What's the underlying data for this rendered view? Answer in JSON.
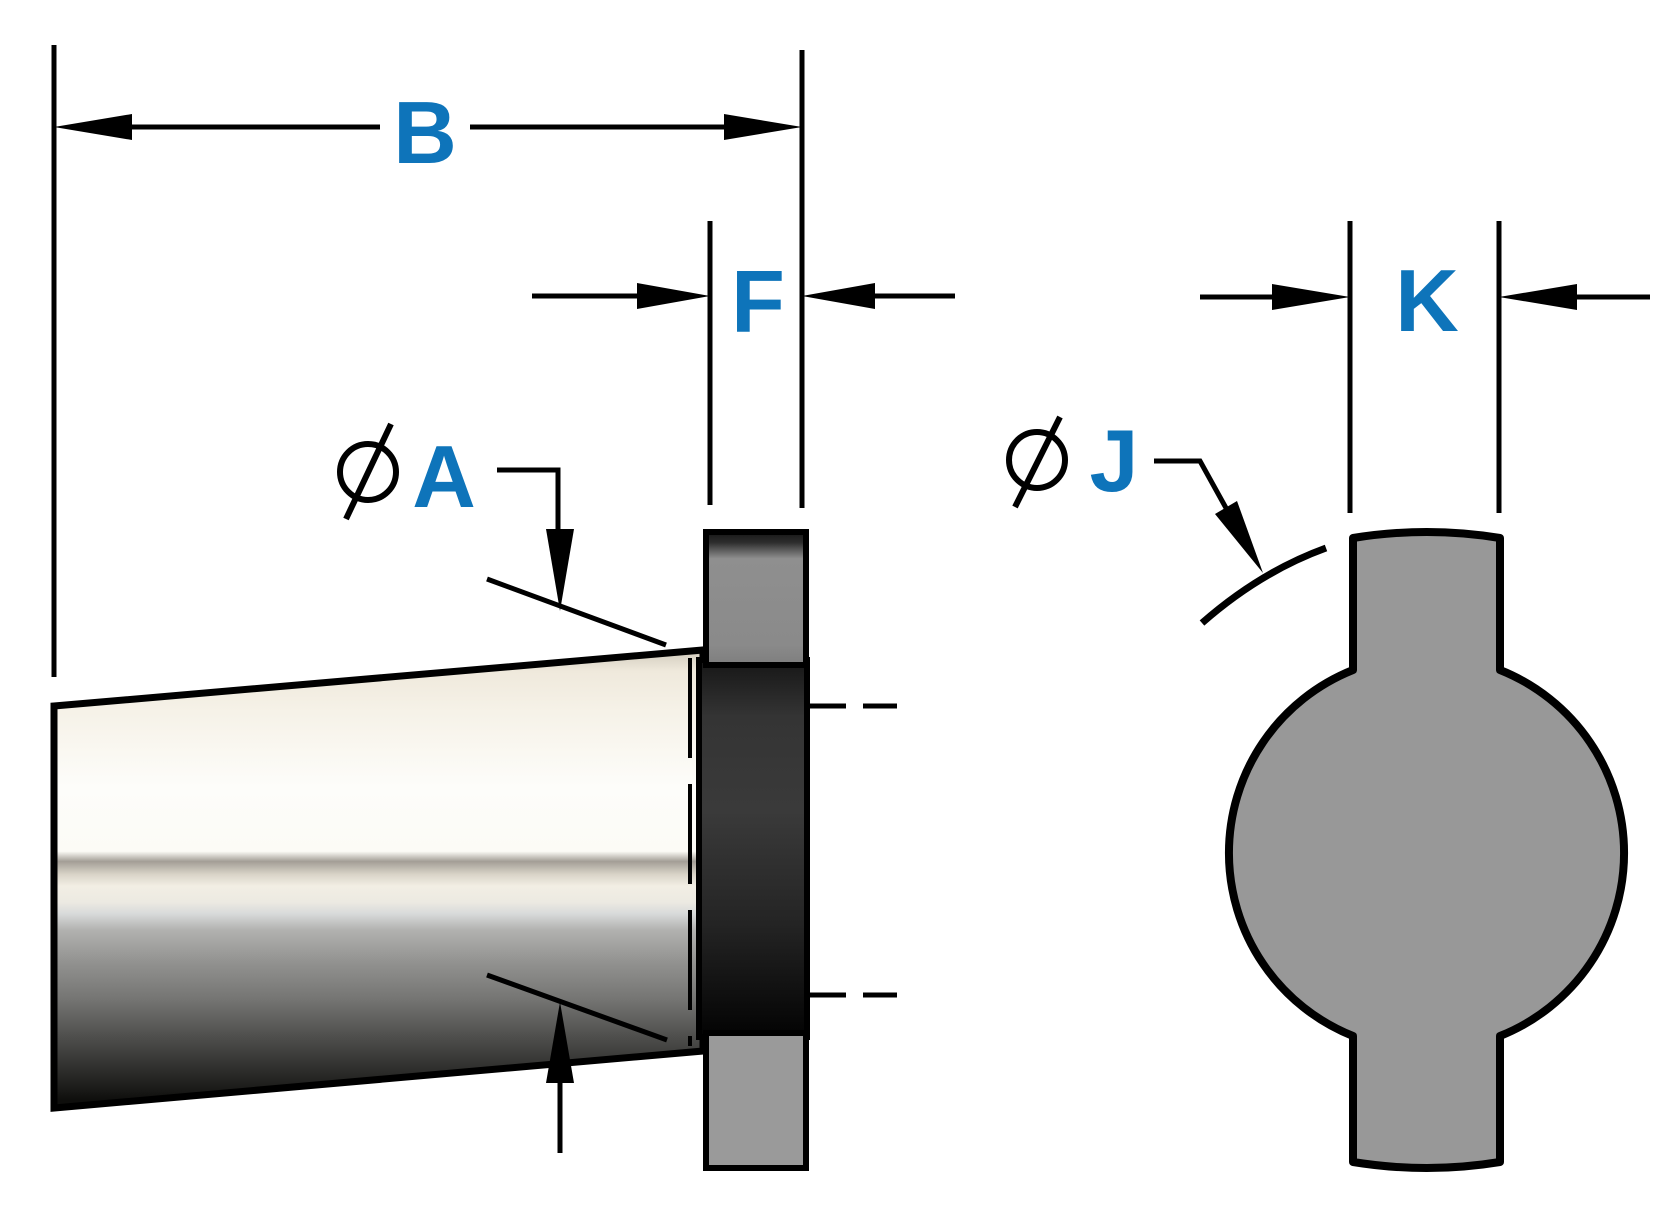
{
  "colors": {
    "accent": "#0e74ba",
    "line": "#000000",
    "part_gray": "#989898",
    "background": "#ffffff"
  },
  "icons": {
    "diameter_symbol": "circle-with-slash diameter glyph"
  },
  "dimensions": {
    "b": {
      "label": "B"
    },
    "f": {
      "label": "F"
    },
    "k": {
      "label": "K"
    },
    "a": {
      "label": "A",
      "prefix_symbol": "diameter-symbol"
    },
    "j": {
      "label": "J",
      "prefix_symbol": "diameter-symbol"
    }
  }
}
